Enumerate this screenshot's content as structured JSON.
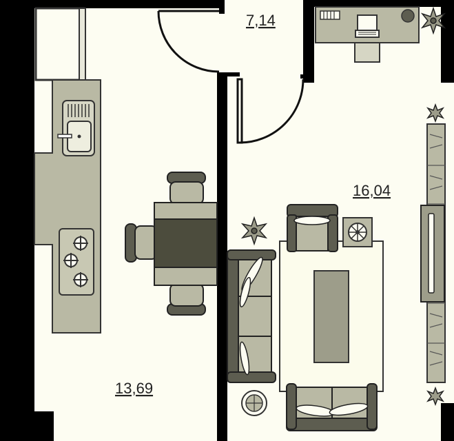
{
  "floor_plan": {
    "rooms": [
      {
        "id": "kitchen",
        "area": "13,69"
      },
      {
        "id": "hall",
        "area": "7,14"
      },
      {
        "id": "living-room",
        "area": "16,04"
      }
    ]
  },
  "colors": {
    "floor": "#fdfdf2",
    "wall": "#000000",
    "furniture_light": "#b9b9a4",
    "furniture_mid": "#9d9d8a",
    "furniture_dark": "#5d5d50",
    "table_dark": "#4c4c3d",
    "rug": "#fcfcec",
    "line": "#2b2b25"
  }
}
